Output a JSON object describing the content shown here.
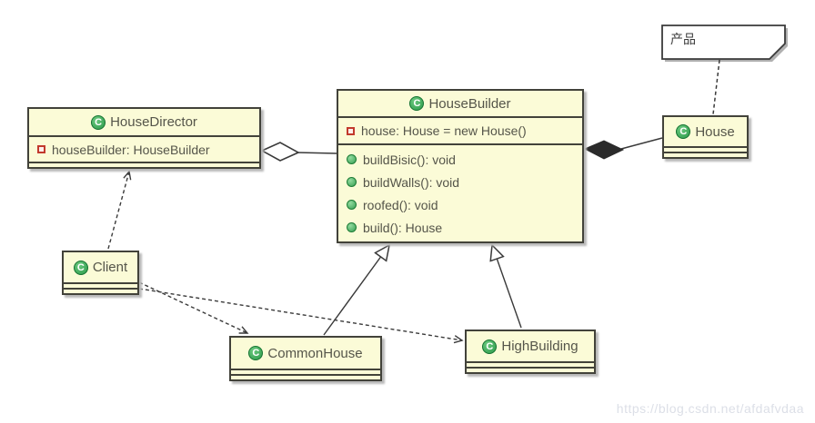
{
  "icons": {
    "class_letter": "C"
  },
  "classes": {
    "house_director": {
      "name": "HouseDirector",
      "fields": {
        "f1": "houseBuilder: HouseBuilder"
      }
    },
    "house_builder": {
      "name": "HouseBuilder",
      "fields": {
        "f1": "house: House = new House()"
      },
      "methods": {
        "m1": "buildBisic(): void",
        "m2": "buildWalls(): void",
        "m3": "roofed(): void",
        "m4": "build(): House"
      }
    },
    "house": {
      "name": "House"
    },
    "client": {
      "name": "Client"
    },
    "common_house": {
      "name": "CommonHouse"
    },
    "high_building": {
      "name": "HighBuilding"
    }
  },
  "note": {
    "text": "产品"
  },
  "watermark": {
    "text": "https://blog.csdn.net/afdafvdaa"
  },
  "relationships": [
    {
      "type": "aggregation",
      "whole": "HouseDirector",
      "part": "HouseBuilder"
    },
    {
      "type": "composition",
      "whole": "HouseBuilder",
      "part": "House"
    },
    {
      "type": "generalization",
      "child": "CommonHouse",
      "parent": "HouseBuilder"
    },
    {
      "type": "generalization",
      "child": "HighBuilding",
      "parent": "HouseBuilder"
    },
    {
      "type": "dependency",
      "from": "Client",
      "to": "HouseDirector"
    },
    {
      "type": "dependency",
      "from": "Client",
      "to": "CommonHouse"
    },
    {
      "type": "dependency",
      "from": "Client",
      "to": "HighBuilding"
    },
    {
      "type": "note-attachment",
      "note": "产品",
      "target": "House"
    }
  ],
  "colors": {
    "class_fill": "#fbfbd7",
    "class_border": "#42423a",
    "line": "#3a3a3a",
    "class_icon_green": "#2b9a4a",
    "field_icon_red": "#c2392c",
    "method_icon_green": "#37a053",
    "note_fill": "#ffffff",
    "shadow": "#b9b9b9",
    "watermark_gray": "#dcdfe7"
  }
}
